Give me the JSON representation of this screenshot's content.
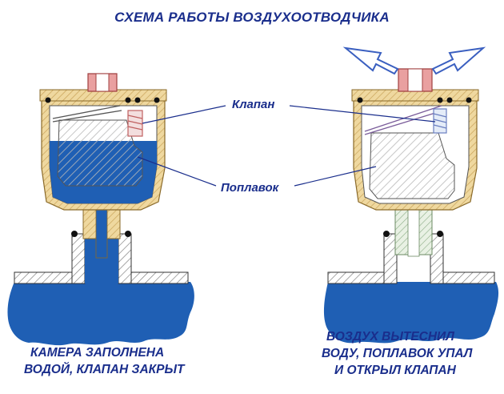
{
  "title": "СХЕМА РАБОТЫ ВОЗДУХООТВОДЧИКА",
  "labels": {
    "valve": "Клапан",
    "float": "Поплавок"
  },
  "captions": {
    "left": [
      "КАМЕРА ЗАПОЛНЕНА",
      "ВОДОЙ, КЛАПАН ЗАКРЫТ"
    ],
    "right": [
      "ВОЗДУХ ВЫТЕСНИЛ",
      "ВОДУ, ПОПЛАВОК УПАЛ",
      "И ОТКРЫЛ КЛАПАН"
    ]
  },
  "colors": {
    "water": "#1f5fb4",
    "brass": "#e6c98a",
    "cap": "#e08a8a",
    "text": "#1a2e8c",
    "arrow": "#4a6fc9",
    "valve_spring": "#d06a6a"
  }
}
